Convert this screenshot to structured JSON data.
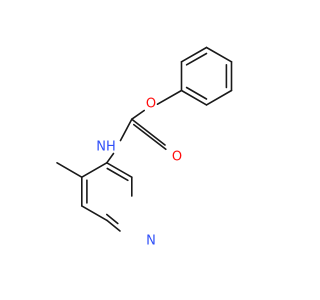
{
  "molecule": {
    "atoms": [
      {
        "id": "O_ester",
        "label": "O",
        "color": "#ff0d0d"
      },
      {
        "id": "O_carbonyl",
        "label": "O",
        "color": "#ff0d0d"
      },
      {
        "id": "N_amide",
        "label": "NH",
        "color": "#3050f8"
      },
      {
        "id": "N_ring",
        "label": "N",
        "color": "#3050f8"
      }
    ],
    "bond_color": "#1a1a1a"
  }
}
